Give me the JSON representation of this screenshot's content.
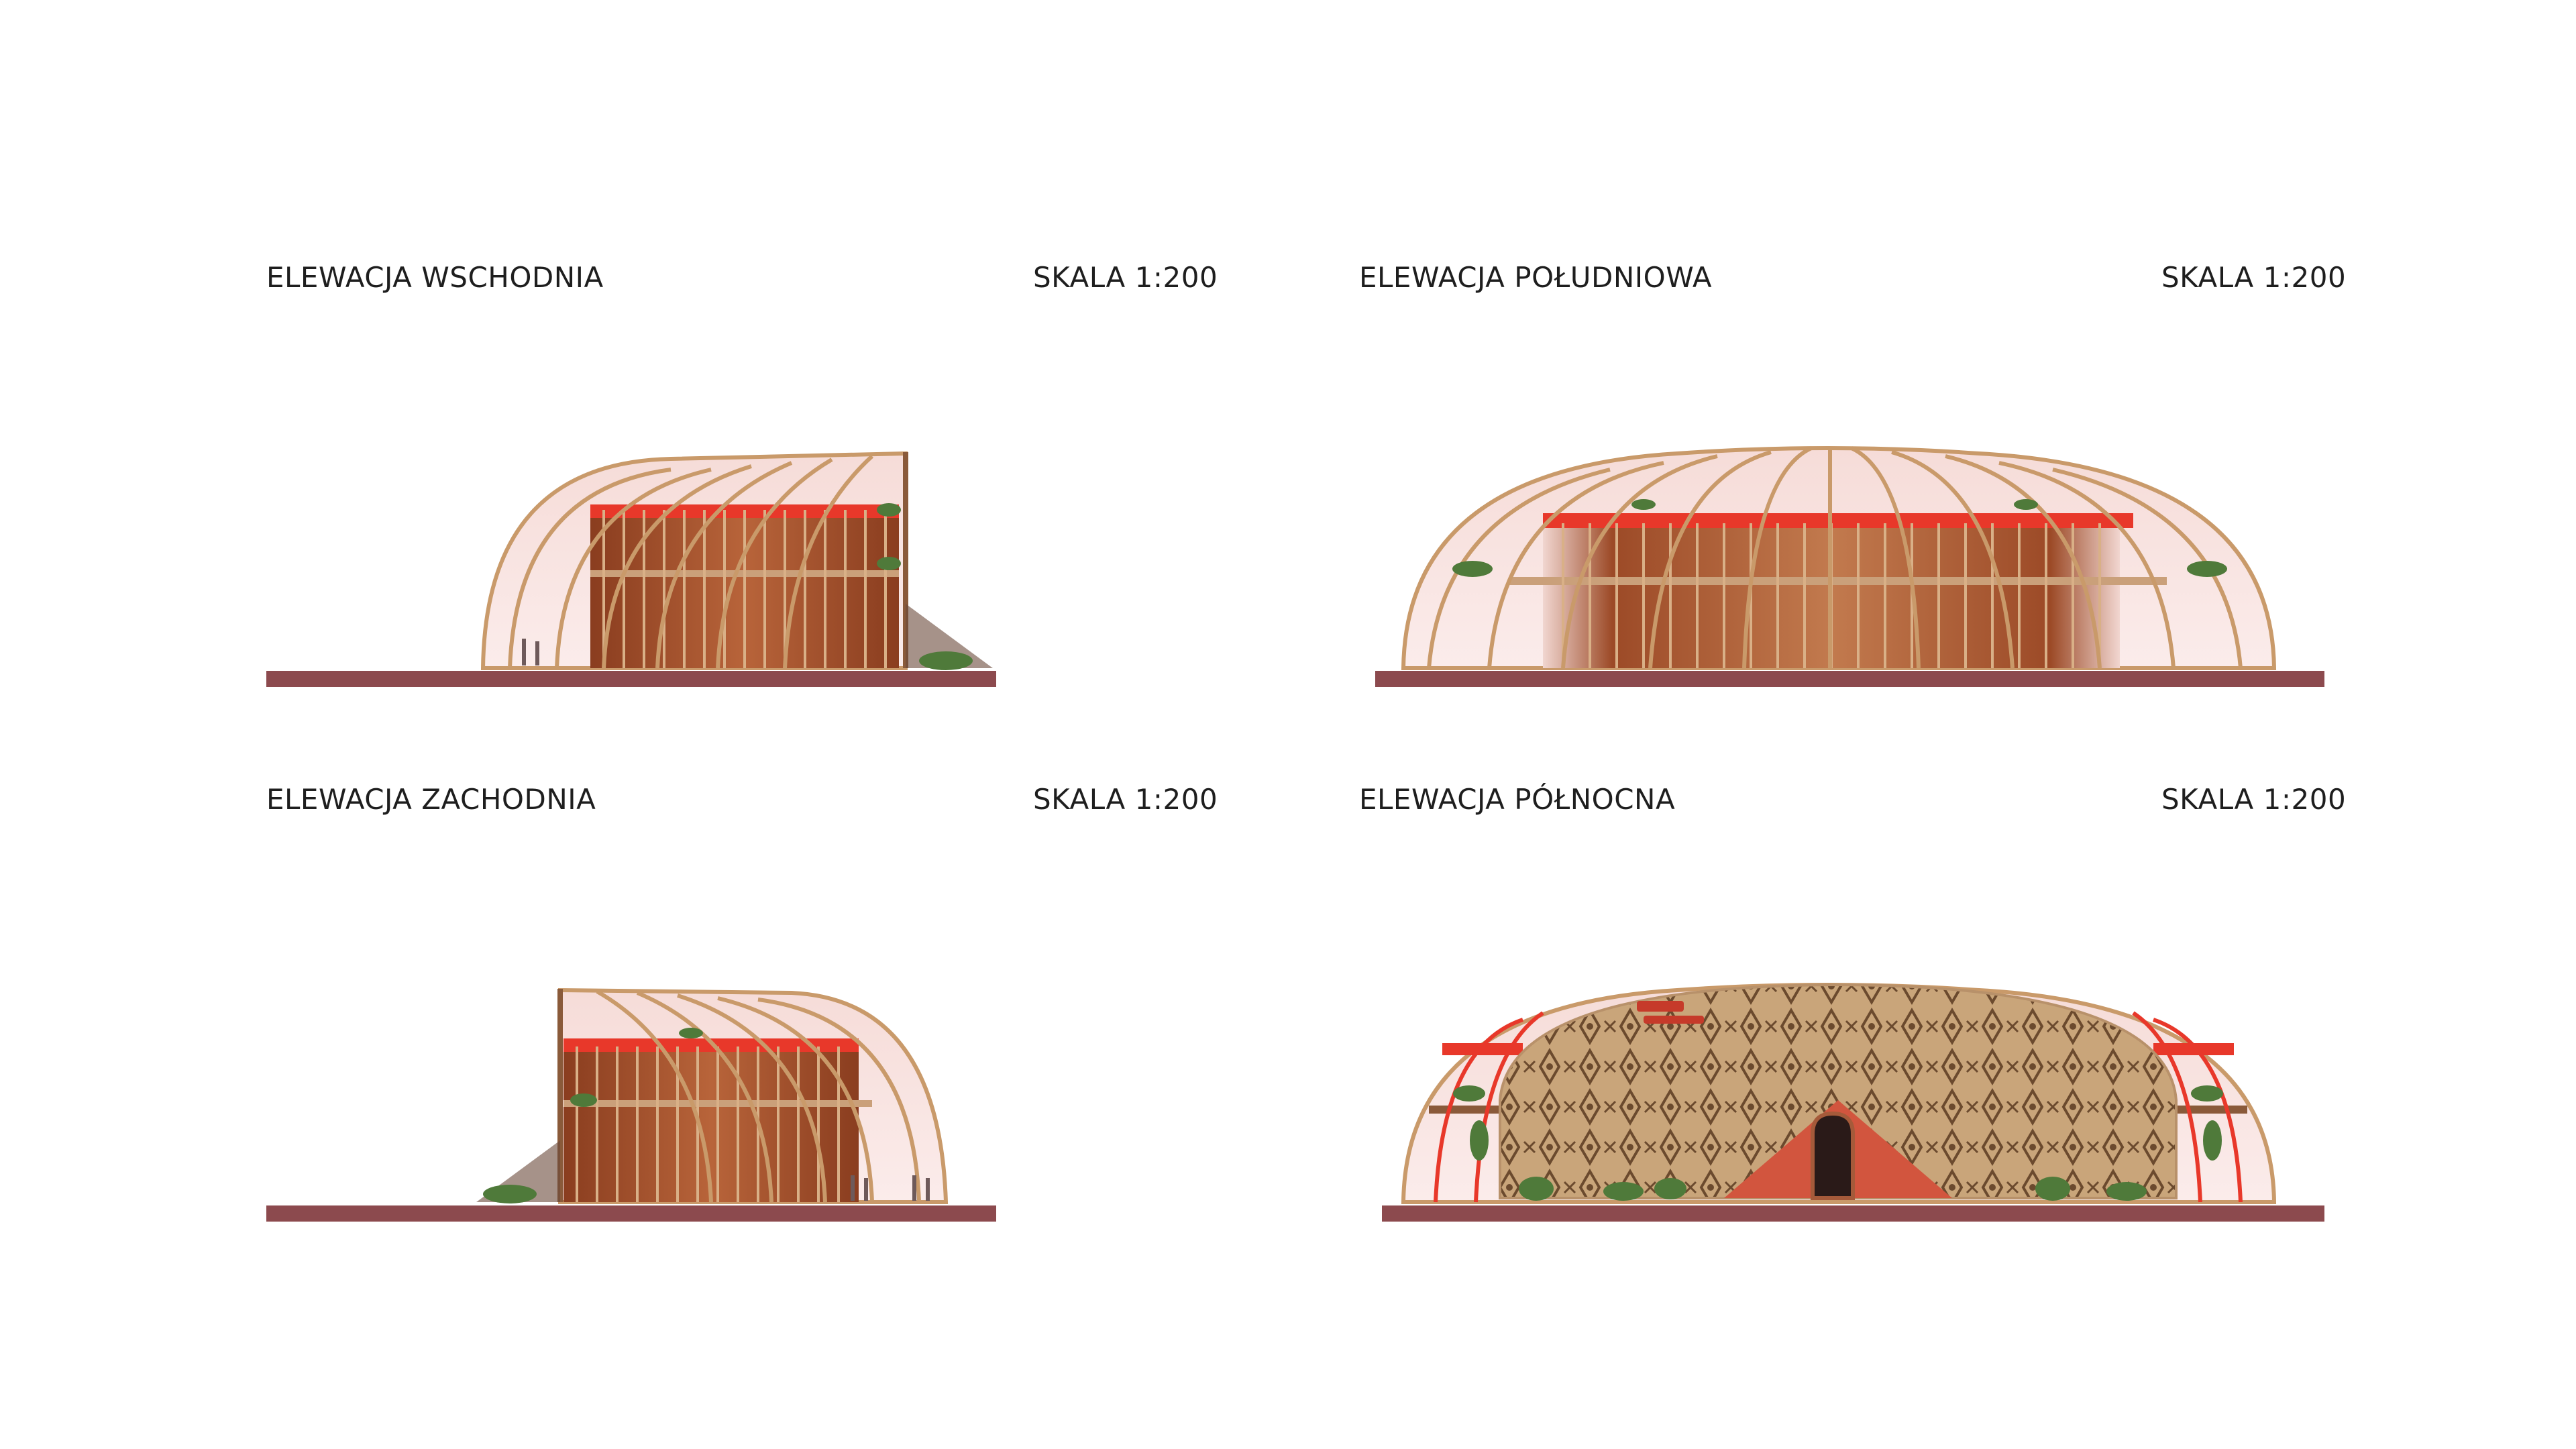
{
  "panels": {
    "east": {
      "title": "ELEWACJA WSCHODNIA",
      "scale": "SKALA 1:200"
    },
    "south": {
      "title": "ELEWACJA POŁUDNIOWA",
      "scale": "SKALA 1:200"
    },
    "west": {
      "title": "ELEWACJA ZACHODNIA",
      "scale": "SKALA 1:200"
    },
    "north": {
      "title": "ELEWACJA PÓŁNOCNA",
      "scale": "SKALA 1:200"
    }
  },
  "colors": {
    "ground": "#8c4a4e",
    "frame": "#c99a6a",
    "glass": "#f3d9d6",
    "interior": "#a0502a",
    "accent_red": "#e8382a",
    "facade_panel": "#c9a57a",
    "plant": "#4f7a3a"
  }
}
